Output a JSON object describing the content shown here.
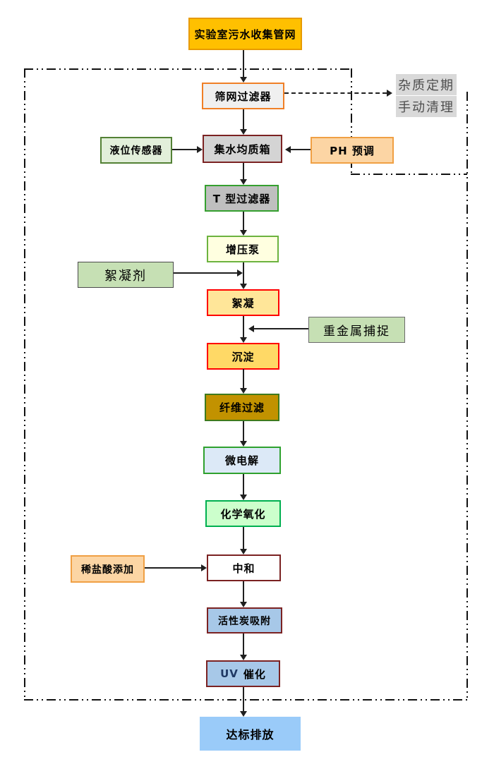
{
  "nodes": {
    "source": {
      "label": "实验室污水收集管网",
      "fill": "#FFC000",
      "border": "#E79A02"
    },
    "screen_filter": {
      "label": "筛网过滤器",
      "fill": "#F0F0F0",
      "border": "#F07F26"
    },
    "level_sensor": {
      "label": "液位传感器",
      "fill": "#E2EFDA",
      "border": "#538135"
    },
    "collection_tank": {
      "label": "集水均质箱",
      "fill": "#D4D4D4",
      "border": "#7B2222"
    },
    "ph_preadjust": {
      "label": "PH 预调",
      "fill": "#FCD5A4",
      "border": "#F0A044"
    },
    "t_filter": {
      "label": "T 型过滤器",
      "fill": "#BFBFBF",
      "border": "#35A02F"
    },
    "booster_pump": {
      "label": "增压泵",
      "fill": "#FFFFE0",
      "border": "#6CB33F"
    },
    "flocculant": {
      "label": "絮凝剂",
      "fill": "#C6E0B4",
      "border": "#4A4A4A"
    },
    "flocculation": {
      "label": "絮凝",
      "fill": "#FFE699",
      "border": "#FF0000"
    },
    "heavy_metal_capture": {
      "label": "重金属捕捉",
      "fill": "#C6E0B4",
      "border": "#6B6B6B"
    },
    "sedimentation": {
      "label": "沉淀",
      "fill": "#FFD966",
      "border": "#FF0000"
    },
    "fiber_filter": {
      "label": "纤维过滤",
      "fill": "#C29200",
      "border": "#3E7A1E"
    },
    "micro_electrolysis": {
      "label": "微电解",
      "fill": "#DCE9F7",
      "border": "#2FA12E"
    },
    "chemical_oxidation": {
      "label": "化学氧化",
      "fill": "#CCFFCC",
      "border": "#00B050"
    },
    "dilute_acid": {
      "label": "稀盐酸添加",
      "fill": "#FCD5A4",
      "border": "#F0A044"
    },
    "neutralization": {
      "label": "中和",
      "fill": "#FFFFFF",
      "border": "#7B2222"
    },
    "activated_carbon": {
      "label": "活性炭吸附",
      "fill": "#A7C8E8",
      "border": "#7B2222"
    },
    "uv_catalysis": {
      "label_en": "UV",
      "label_zh": "催化",
      "en_color": "#1F3864",
      "fill": "#A7C8E8",
      "border": "#7B2222"
    },
    "discharge": {
      "label": "达标排放",
      "fill": "#9ACBF9",
      "border": "#9ACBF9"
    }
  },
  "notes": {
    "impurity": {
      "line1": "杂质定期",
      "line2": "手动清理",
      "bg": "#D9D9D9",
      "color": "#4D4D4D"
    }
  }
}
